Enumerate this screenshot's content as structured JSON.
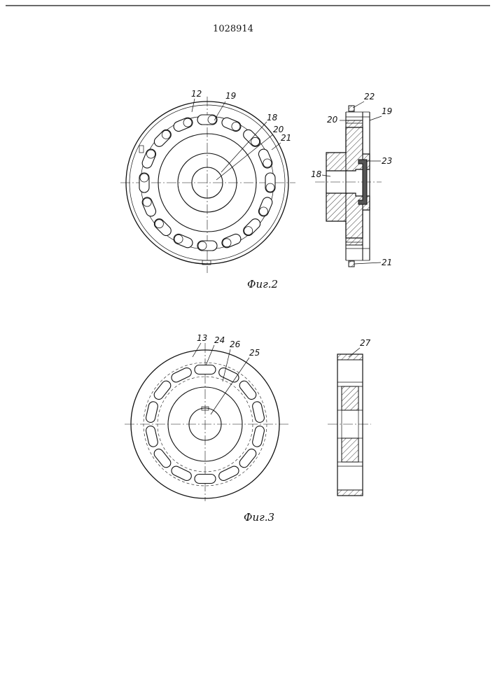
{
  "patent_number": "1028914",
  "figures": [
    {
      "caption": "Фиг.2",
      "front_view_labels": [
        "12",
        "19",
        "18",
        "20",
        "21"
      ],
      "section_view_labels": [
        "22",
        "19",
        "20",
        "23",
        "18",
        "21"
      ]
    },
    {
      "caption": "Фиг.3",
      "front_view_labels": [
        "13",
        "24",
        "26",
        "25"
      ],
      "section_view_labels": [
        "27"
      ]
    }
  ]
}
